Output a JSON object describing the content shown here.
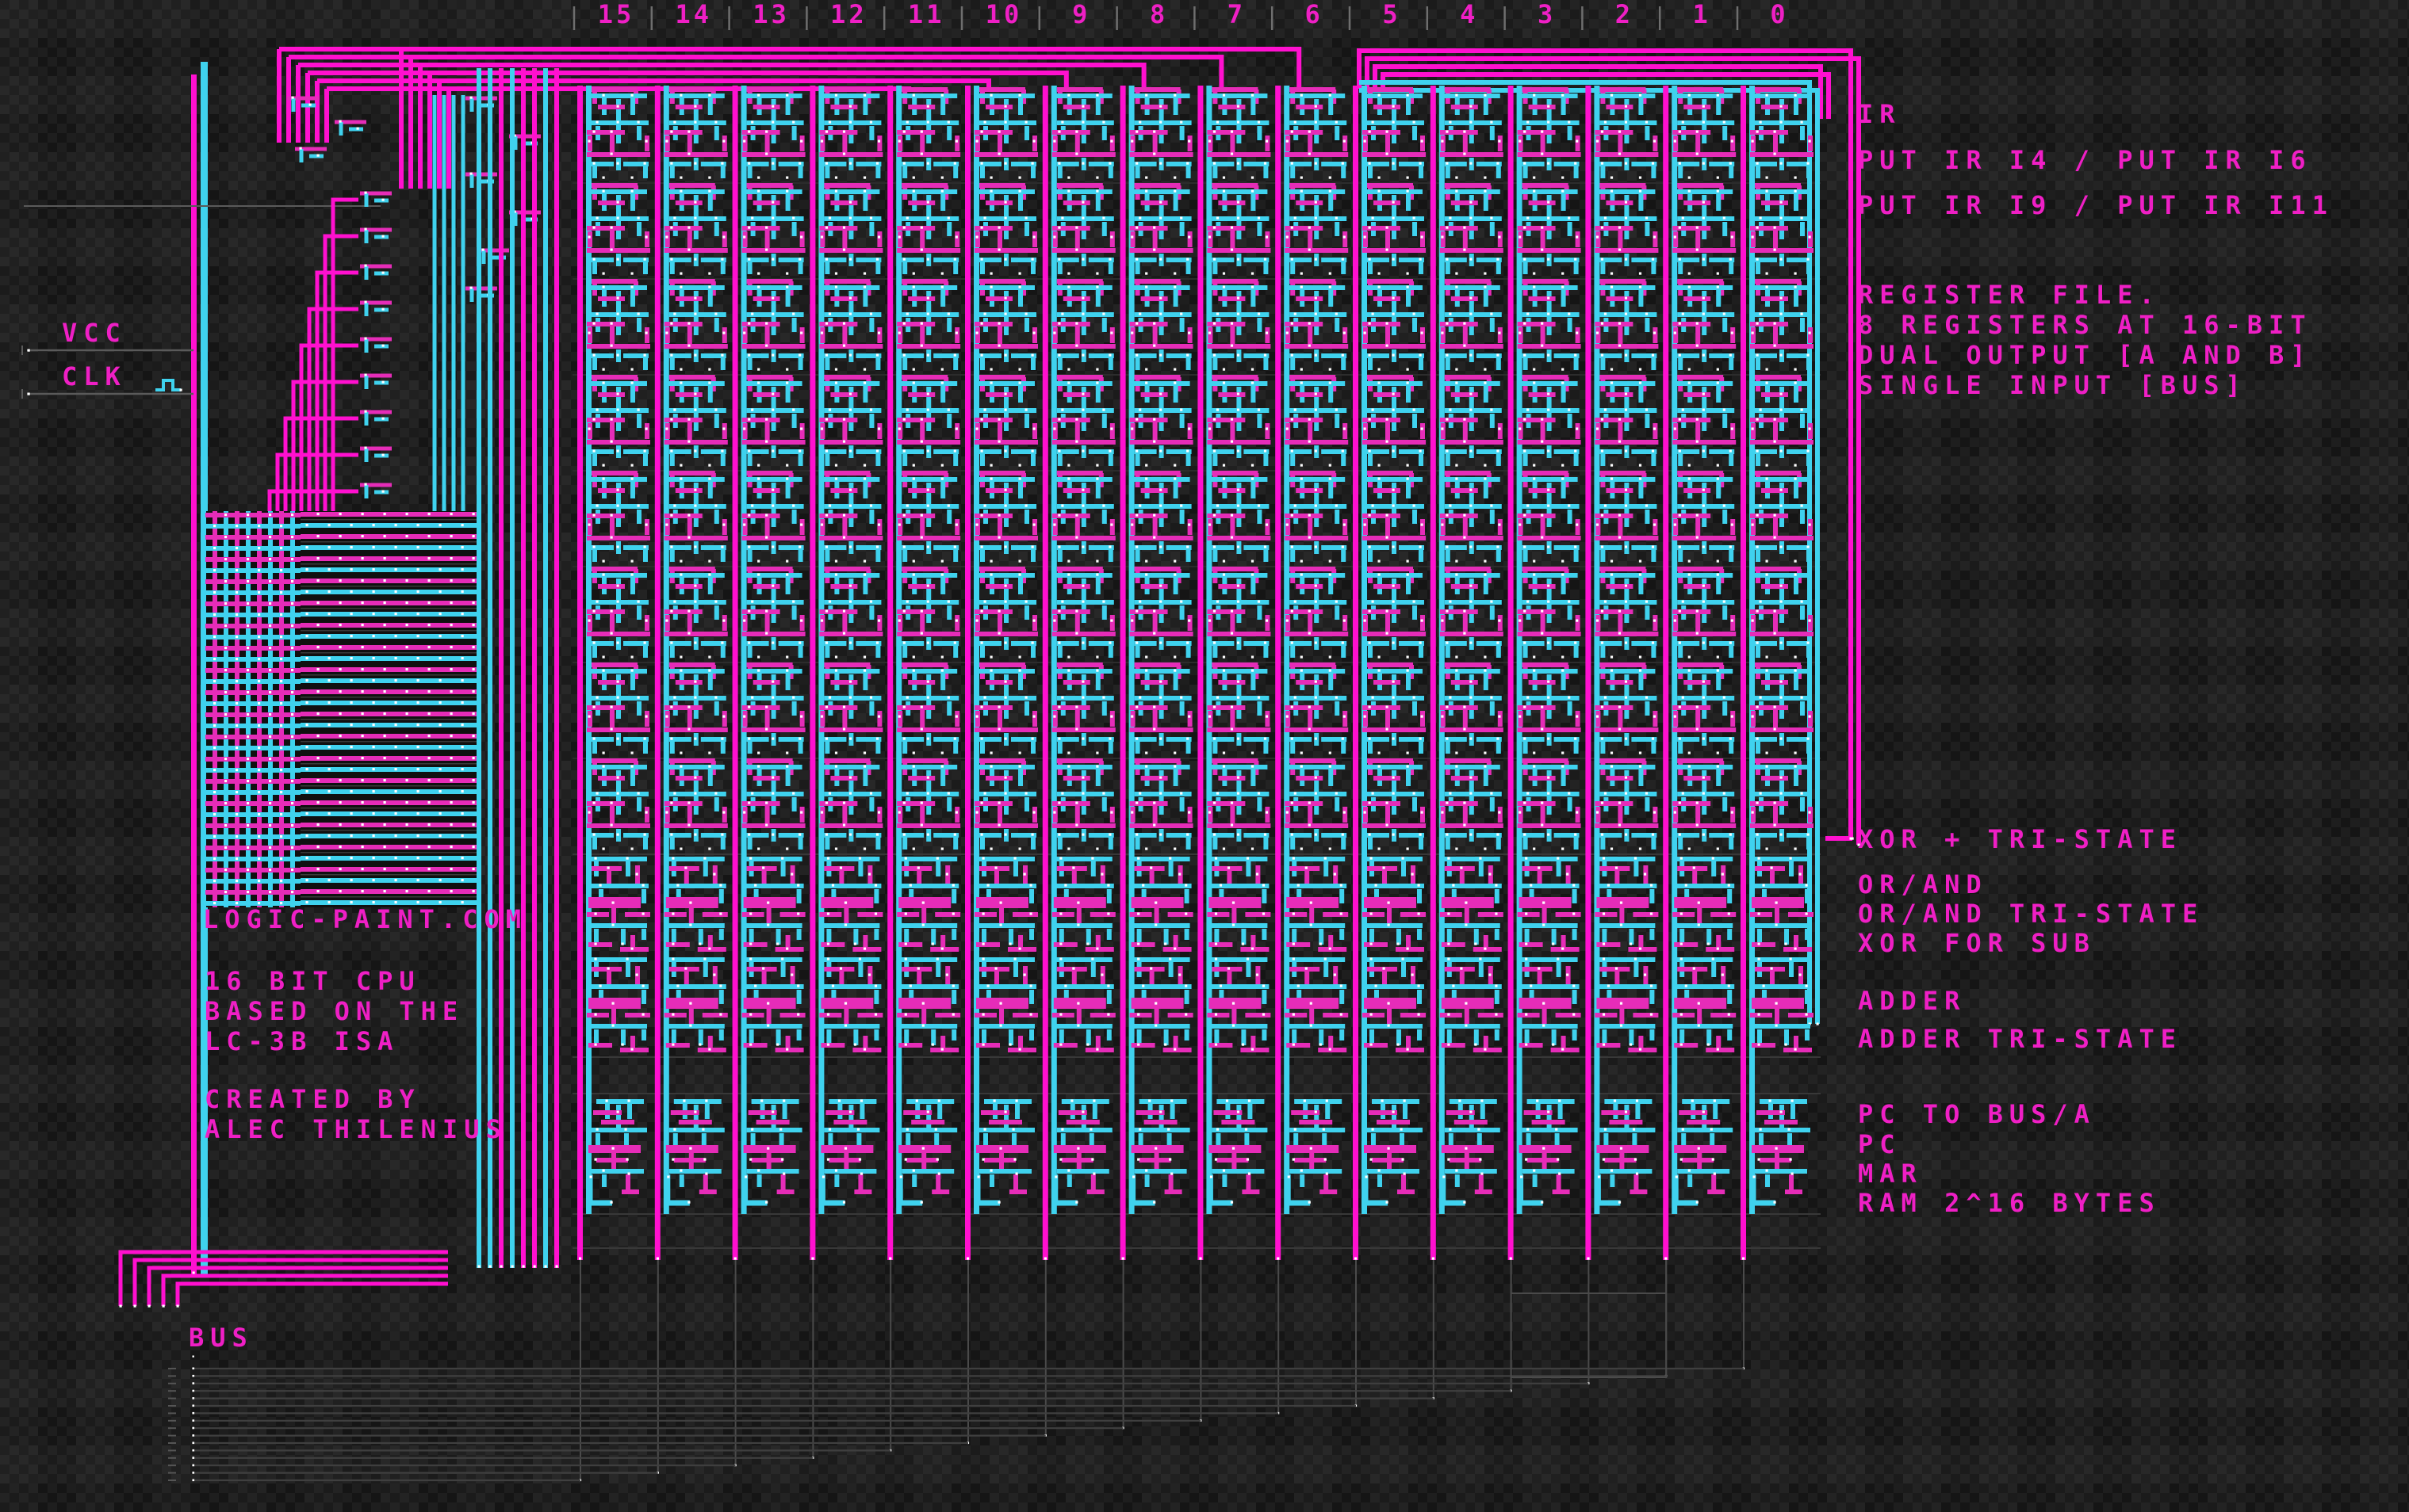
{
  "bits": [
    "15",
    "14",
    "13",
    "12",
    "11",
    "10",
    "9",
    "8",
    "7",
    "6",
    "5",
    "4",
    "3",
    "2",
    "1",
    "0"
  ],
  "power_labels": {
    "vcc": "VCC",
    "clk": "CLK"
  },
  "bus": {
    "label": "BUS",
    "wire_count": 16
  },
  "branding": {
    "site": "LOGIC-PAINT.COM",
    "description": [
      "16 BIT CPU",
      "BASED ON THE",
      "LC-3B ISA"
    ],
    "credit": [
      "CREATED BY",
      "ALEC THILENIUS"
    ]
  },
  "annotations": {
    "ir": [
      "IR",
      "PUT IR I4 / PUT IR I6",
      "PUT IR I9 / PUT IR I11"
    ],
    "register_file": [
      "REGISTER FILE.",
      "8 REGISTERS AT 16-BIT",
      "DUAL OUTPUT [A AND B]",
      "SINGLE INPUT [BUS]"
    ],
    "alu": [
      "XOR + TRI-STATE",
      "OR/AND",
      "OR/AND TRI-STATE",
      "XOR FOR SUB"
    ],
    "adder": [
      "ADDER",
      "ADDER TRI-STATE"
    ],
    "memory": [
      "PC TO BUS/A",
      "PC",
      "MAR",
      "RAM 2^16 BYTES"
    ]
  },
  "colors": {
    "magenta": "#ff10cf",
    "magenta_soft": "#e62cb8",
    "cyan": "#3fd2ee",
    "via": "#ffffff",
    "wire_gray": "#5a5a5a",
    "bus_gray": "#3f3f3f",
    "tick_gray": "#6e6e6e",
    "text": "#ef1fc5"
  }
}
